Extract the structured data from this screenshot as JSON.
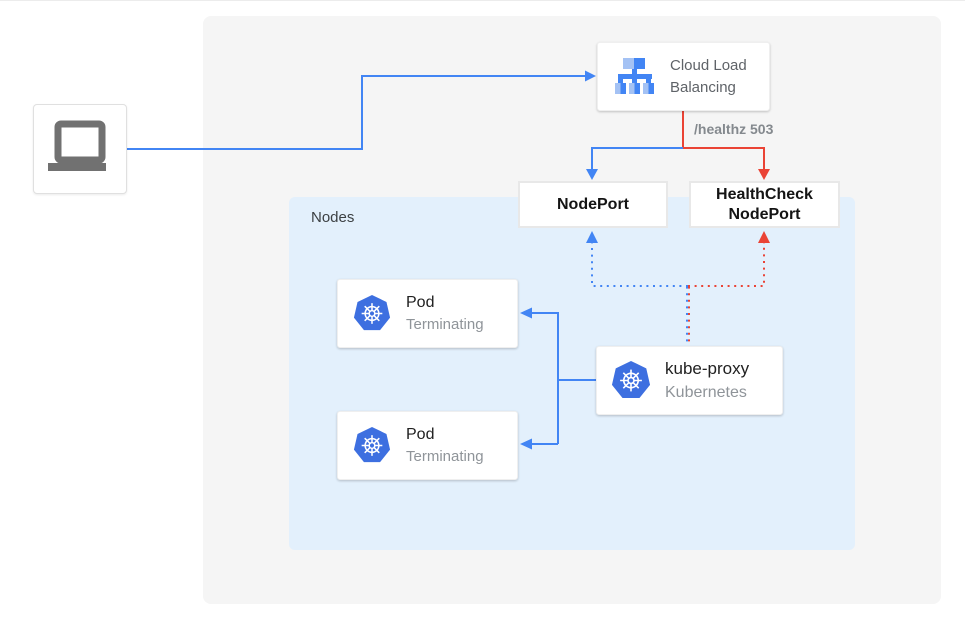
{
  "colors": {
    "blue": "#4285F4",
    "red": "#EA4335",
    "canvas_gray": "#F5F5F5",
    "nodes_fill": "#E3F0FC",
    "k8s_blue": "#3D6FE0",
    "icon_gray": "#717171",
    "lb_light_blue": "#A4C2F4",
    "text_dark": "#212121",
    "text_gray": "#8F9499",
    "label_gray": "#84898E"
  },
  "groups": {
    "nodes": {
      "label": "Nodes"
    }
  },
  "nodes": {
    "client": {
      "icon": "laptop-icon"
    },
    "cloud_load_balancing": {
      "label": "Cloud Load Balancing",
      "icon": "load-balancer-icon"
    },
    "nodeport": {
      "label": "NodePort"
    },
    "healthcheck_nodeport": {
      "label": "HealthCheck NodePort"
    },
    "pod_1": {
      "title": "Pod",
      "subtitle": "Terminating",
      "icon": "kubernetes-icon"
    },
    "pod_2": {
      "title": "Pod",
      "subtitle": "Terminating",
      "icon": "kubernetes-icon"
    },
    "kube_proxy": {
      "title": "kube-proxy",
      "subtitle": "Kubernetes",
      "icon": "kubernetes-icon"
    }
  },
  "edge_labels": {
    "healthz": "/healthz 503"
  }
}
